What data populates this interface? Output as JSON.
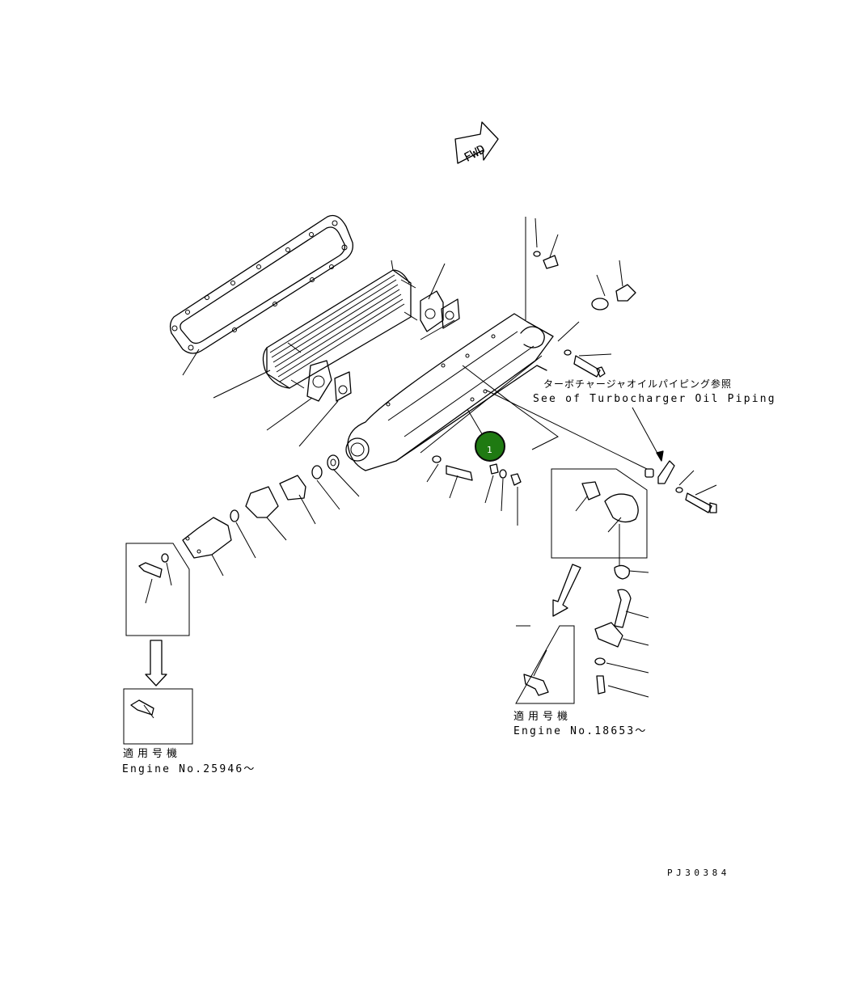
{
  "diagram": {
    "fwd_label": "FWD",
    "turbo_note_jp": "ターボチャージャオイルパイピング参照",
    "turbo_note_en": "See of Turbocharger Oil Piping",
    "applicable_jp_left": "適用号機",
    "engine_no_left": "Engine No.25946～",
    "applicable_jp_right": "適用号機",
    "engine_no_right": "Engine No.18653～",
    "drawing_code": "PJ30384",
    "callout_number": "1",
    "callout_color": "#1f7a12"
  }
}
